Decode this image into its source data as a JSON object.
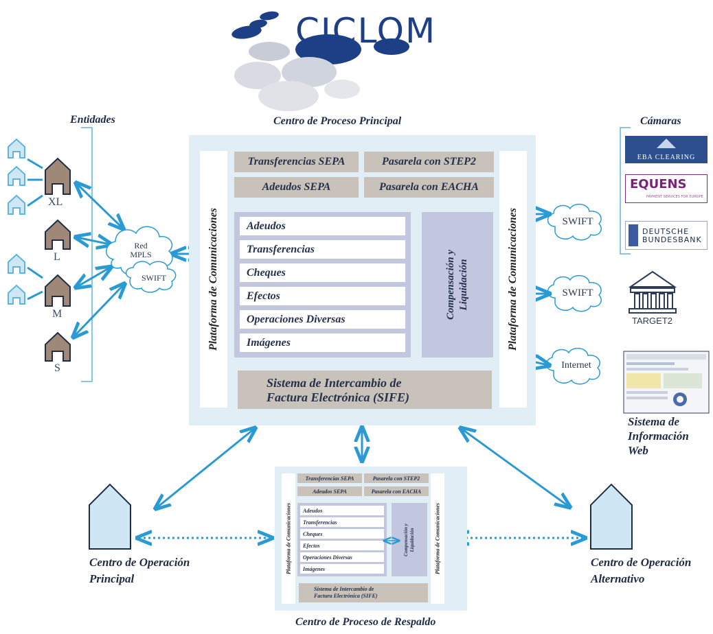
{
  "logo": {
    "text": "CICLOM"
  },
  "labels": {
    "entidades": "Entidades",
    "centro_principal": "Centro de Proceso Principal",
    "camaras": "Cámaras",
    "centro_respaldo": "Centro de Proceso de Respaldo",
    "op_principal_1": "Centro de Operación",
    "op_principal_2": "Principal",
    "op_alternativo_1": "Centro de Operación",
    "op_alternativo_2": "Alternativo",
    "sistema_web_1": "Sistema de",
    "sistema_web_2": "Información",
    "sistema_web_3": "Web"
  },
  "entities": {
    "xl": "XL",
    "l": "L",
    "m": "M",
    "s": "S"
  },
  "clouds": {
    "red": "Red",
    "mpls": "MPLS",
    "swift_left": "SWIFT",
    "swift_1": "SWIFT",
    "swift_2": "SWIFT",
    "internet": "Internet"
  },
  "main_center": {
    "plataforma_left": "Plataforma de Comunicaciones",
    "plataforma_right": "Plataforma de Comunicaciones",
    "top_boxes": [
      "Transferencias SEPA",
      "Pasarela con STEP2",
      "Adeudos SEPA",
      "Pasarela con EACHA"
    ],
    "items": [
      "Adeudos",
      "Transferencias",
      "Cheques",
      "Efectos",
      "Operaciones Diversas",
      "Imágenes"
    ],
    "compensacion_1": "Compensación y",
    "compensacion_2": "Liquidación",
    "sife_1": "Sistema de Intercambio de",
    "sife_2": "Factura Electrónica (SIFE)"
  },
  "backup_center": {
    "plataforma_left": "Plataforma de Comunicaciones",
    "plataforma_right": "Plataforma de Comunicaciones",
    "top_boxes": [
      "Transferencias SEPA",
      "Pasarela con STEP2",
      "Adeudos SEPA",
      "Pasarela con EACHA"
    ],
    "items": [
      "Adeudos",
      "Transferencias",
      "Cheques",
      "Efectos",
      "Operaciones Diversas",
      "Imágenes"
    ],
    "compensacion_1": "Compensación y",
    "compensacion_2": "Liquidación",
    "sife_1": "Sistema de Intercambio de",
    "sife_2": "Factura Electrónica (SIFE)"
  },
  "camaras": {
    "eba": "EBA CLEARING",
    "equens": "EQUENS",
    "equens_sub": "PAYMENT SERVICES FOR EUROPE",
    "bundesbank_1": "DEUTSCHE",
    "bundesbank_2": "BUNDESBANK",
    "target2": "TARGET2"
  },
  "colors": {
    "arrow": "#2a9ad4",
    "house_brown": "#a08878",
    "house_light": "#cfe6f4",
    "house_stroke": "#1e2c44",
    "dark_blue": "#1d3f86"
  }
}
